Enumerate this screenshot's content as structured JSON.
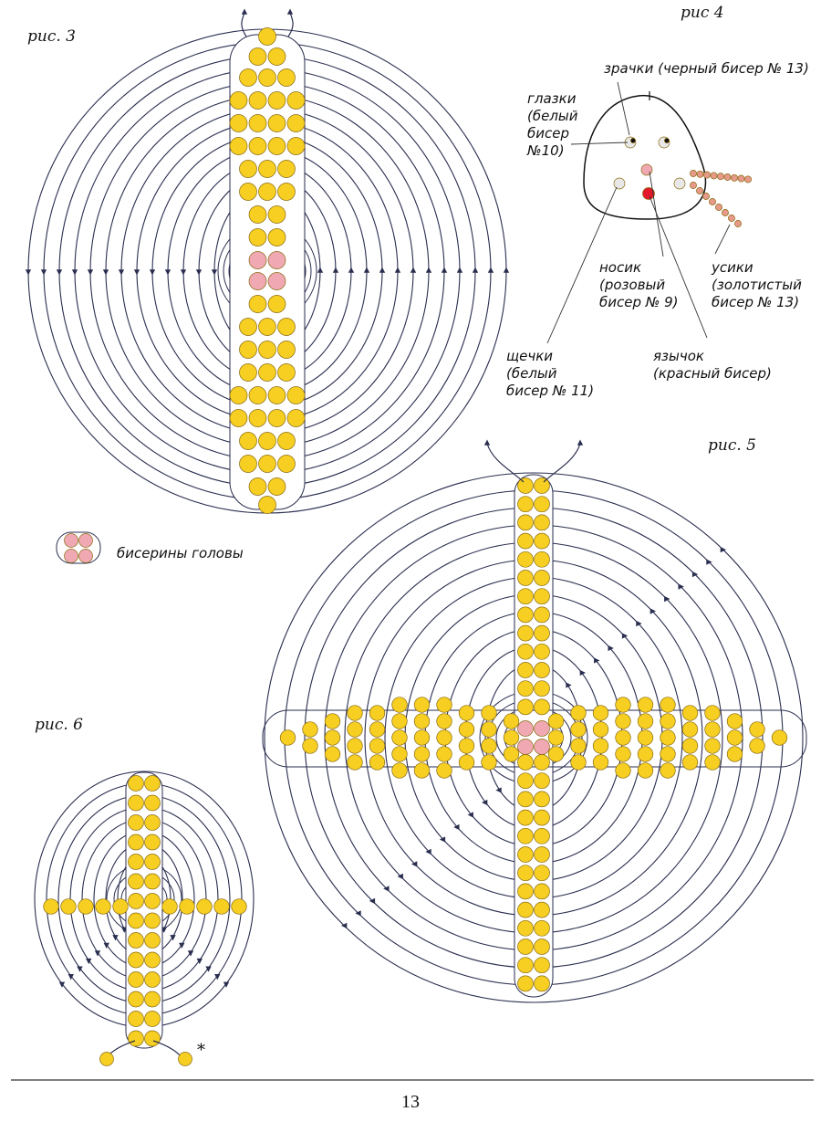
{
  "figures": {
    "fig3": {
      "caption": "рис. 3"
    },
    "fig4": {
      "caption": "рис 4",
      "labels": {
        "pupils": "зрачки (черный бисер № 13)",
        "eyes": [
          "глазки",
          "(белый",
          "бисер",
          "№10)"
        ],
        "nose": [
          "носик",
          "(розовый",
          "бисер № 9)"
        ],
        "whiskers": [
          "усики",
          "(золотистый",
          "бисер № 13)"
        ],
        "cheeks": [
          "щечки",
          "(белый",
          "бисер № 11)"
        ],
        "tongue": [
          "язычок",
          "(красный бисер)"
        ]
      }
    },
    "fig5": {
      "caption": "рис. 5"
    },
    "fig6": {
      "caption": "рис. 6",
      "marker": "*"
    }
  },
  "legend": {
    "head_beads_label": "бисерины головы"
  },
  "page_number": "13",
  "colors": {
    "bead_yellow": "#f6cf22",
    "bead_pink": "#f0a9b3",
    "bead_red": "#e3192b",
    "bead_white": "#e8e8e8",
    "bead_black": "#111111",
    "thread": "#2a2e4f"
  }
}
